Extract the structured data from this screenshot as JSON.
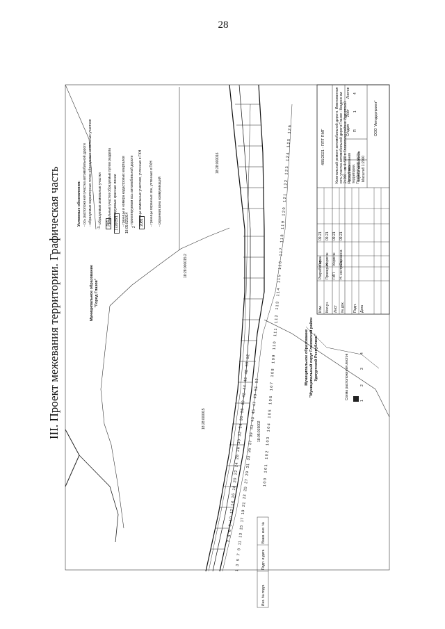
{
  "page": {
    "number": "28",
    "title": "III. Проект межевания территории. Графическая часть"
  },
  "municipal_labels": {
    "gorny_glazov": [
      "Муниципальное образование",
      "\"Город Глазов\""
    ],
    "glazov_district": [
      "Муниципальное образование",
      "\"Муниципальный округ Глазовский район",
      "Удмуртской Республики\""
    ]
  },
  "cadastral_labels": [
    "18:28:000015:2",
    "18:28:000016",
    "18:28:000015",
    "18:05:015002"
  ],
  "legend": {
    "title": "Условные обозначения:",
    "items": [
      "- ось расположения участка автомобильной дороги",
      "- образуемые характерных точек образуемых земельных участков",
      "- образуемые земельные участки",
      "- земельные участки образуемые путем раздела",
      "- проектируемые красные линии",
      "- границы и номера кадастровых кварталов",
      "- проектируемая ось автомобильной дороги",
      "- границы земельных участков, учтенных в ГКН",
      "- границы охранных зон, учтенных в ГКН",
      "- охранная зона коммуникаций"
    ],
    "symbols": [
      ":3",
      ":ЗУ1",
      ":1726:ЗУ1",
      "18:05:021014",
      "2",
      ":2081"
    ]
  },
  "scheme_label": "Схема расположения листов",
  "sheet_numbers": [
    "1",
    "2",
    "3",
    "4"
  ],
  "point_numbers_upper": [
    "1",
    "2",
    "3",
    "4",
    "5",
    "6",
    "7",
    "8",
    "9",
    "10",
    "11",
    "12",
    "13",
    "14",
    "15",
    "16",
    "17",
    "18",
    "19",
    "20",
    "21",
    "22",
    "23",
    "24",
    "25",
    "26",
    "27",
    "28",
    "29",
    "30",
    "31",
    "32",
    "33",
    "34",
    "35",
    "36",
    "37",
    "38",
    "39",
    "40",
    "41",
    "42",
    "43",
    "44",
    "45",
    "46",
    "47",
    "48",
    "49",
    "50",
    "51",
    "52",
    "53"
  ],
  "point_numbers_lower": [
    "100",
    "101",
    "102",
    "103",
    "104",
    "105",
    "106",
    "107",
    "108",
    "109",
    "110",
    "111",
    "112",
    "113",
    "114",
    "115",
    "116",
    "117",
    "118",
    "119",
    "120",
    "121",
    "122",
    "123",
    "124",
    "125",
    "126"
  ],
  "title_block": {
    "code": "485/2021 - ППТ ПМТ",
    "description": "Капитальный ремонт автомобильной дороги. Именованная сеть участка автомобильной дороги Глазов - Кездино км 2+000 - км 4+580 в Глазовском районе Удмуртской Республики",
    "sheet_name": "Проект межевания территории. Графическая часть",
    "scale_label": "Чертеж межевания",
    "scale": "Масштаб 1:2000",
    "organization": "ООО \"Автодорпроект\"",
    "headers": [
      "Изм.",
      "Кол.уч.",
      "Лист",
      "№ док.",
      "Подп.",
      "Дата"
    ],
    "roles": [
      "Разработал",
      "Проверил",
      "ГИП",
      "Н. контроль"
    ],
    "names": [
      "Горин",
      "Корягин",
      "Корягин",
      "Сорокина"
    ],
    "dates": [
      "09.21",
      "09.21",
      "09.21",
      "09.21"
    ],
    "stage_headers": [
      "Стадия",
      "Лист",
      "Листов"
    ],
    "stage_values": [
      "П",
      "1",
      "4"
    ]
  },
  "approval_stamps": [
    "Взам. инв. №",
    "Подп. и дата",
    "Инв. № подл."
  ]
}
